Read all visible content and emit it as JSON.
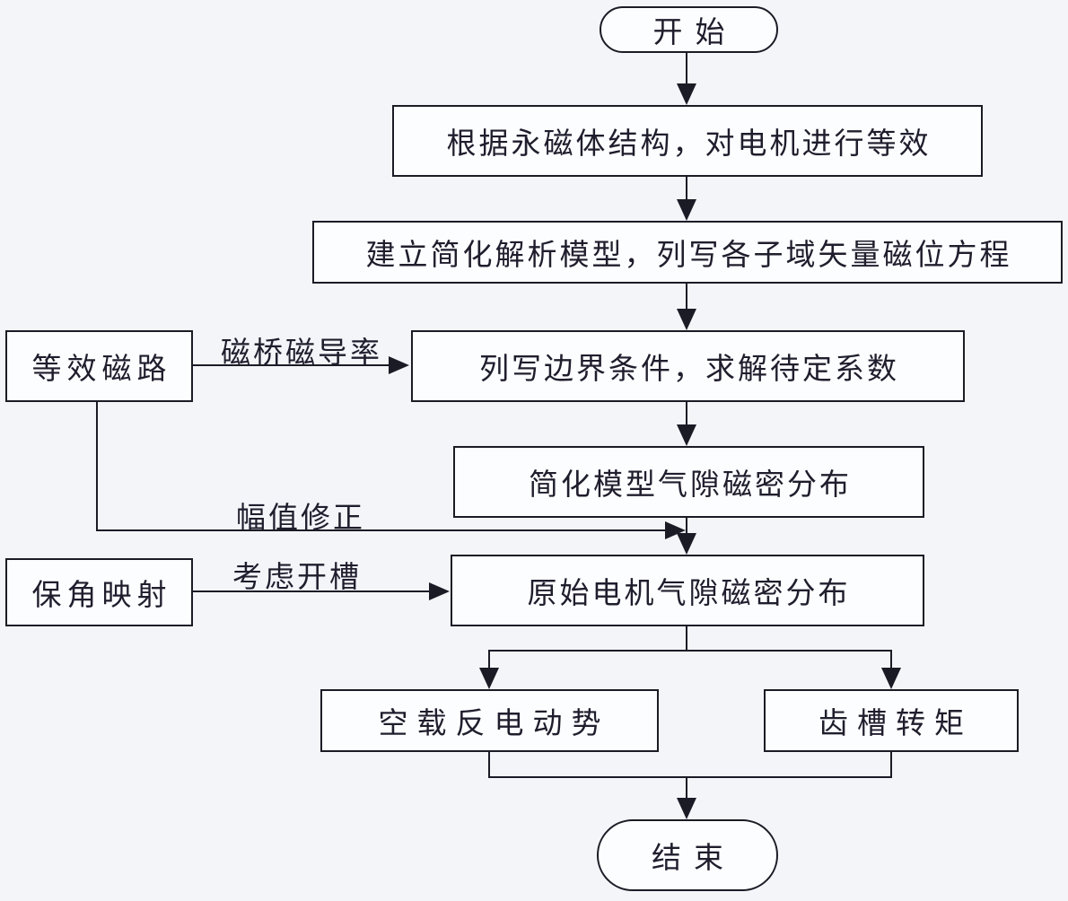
{
  "diagram": {
    "type": "flowchart",
    "language": "zh-CN",
    "nodes": {
      "start": "开始",
      "step1": "根据永磁体结构，对电机进行等效",
      "step2": "建立简化解析模型，列写各子域矢量磁位方程",
      "step3": "列写边界条件，求解待定系数",
      "step4": "简化模型气隙磁密分布",
      "step5": "原始电机气隙磁密分布",
      "result_left": "空载反电动势",
      "result_right": "齿槽转矩",
      "end": "结束",
      "side_top": "等效磁路",
      "side_bottom": "保角映射"
    },
    "edge_labels": {
      "bridge": "磁桥磁导率",
      "amplitude": "幅值修正",
      "slotting": "考虑开槽"
    },
    "edges": [
      {
        "from": "start",
        "to": "step1",
        "label": ""
      },
      {
        "from": "step1",
        "to": "step2",
        "label": ""
      },
      {
        "from": "step2",
        "to": "step3",
        "label": ""
      },
      {
        "from": "step3",
        "to": "step4",
        "label": ""
      },
      {
        "from": "step4",
        "to": "step5",
        "label": ""
      },
      {
        "from": "side_top",
        "to": "step3",
        "label": "磁桥磁导率"
      },
      {
        "from": "side_top",
        "to": "step5",
        "label": "幅值修正"
      },
      {
        "from": "side_bottom",
        "to": "step5",
        "label": "考虑开槽"
      },
      {
        "from": "step5",
        "to": "result_left",
        "label": ""
      },
      {
        "from": "step5",
        "to": "result_right",
        "label": ""
      },
      {
        "from": "result_left",
        "to": "end",
        "label": ""
      },
      {
        "from": "result_right",
        "to": "end",
        "label": ""
      }
    ],
    "colors": {
      "background": "#f3f5f9",
      "node_fill": "#fcfdfe",
      "stroke": "#1b1b26",
      "text": "#201d2d"
    }
  }
}
